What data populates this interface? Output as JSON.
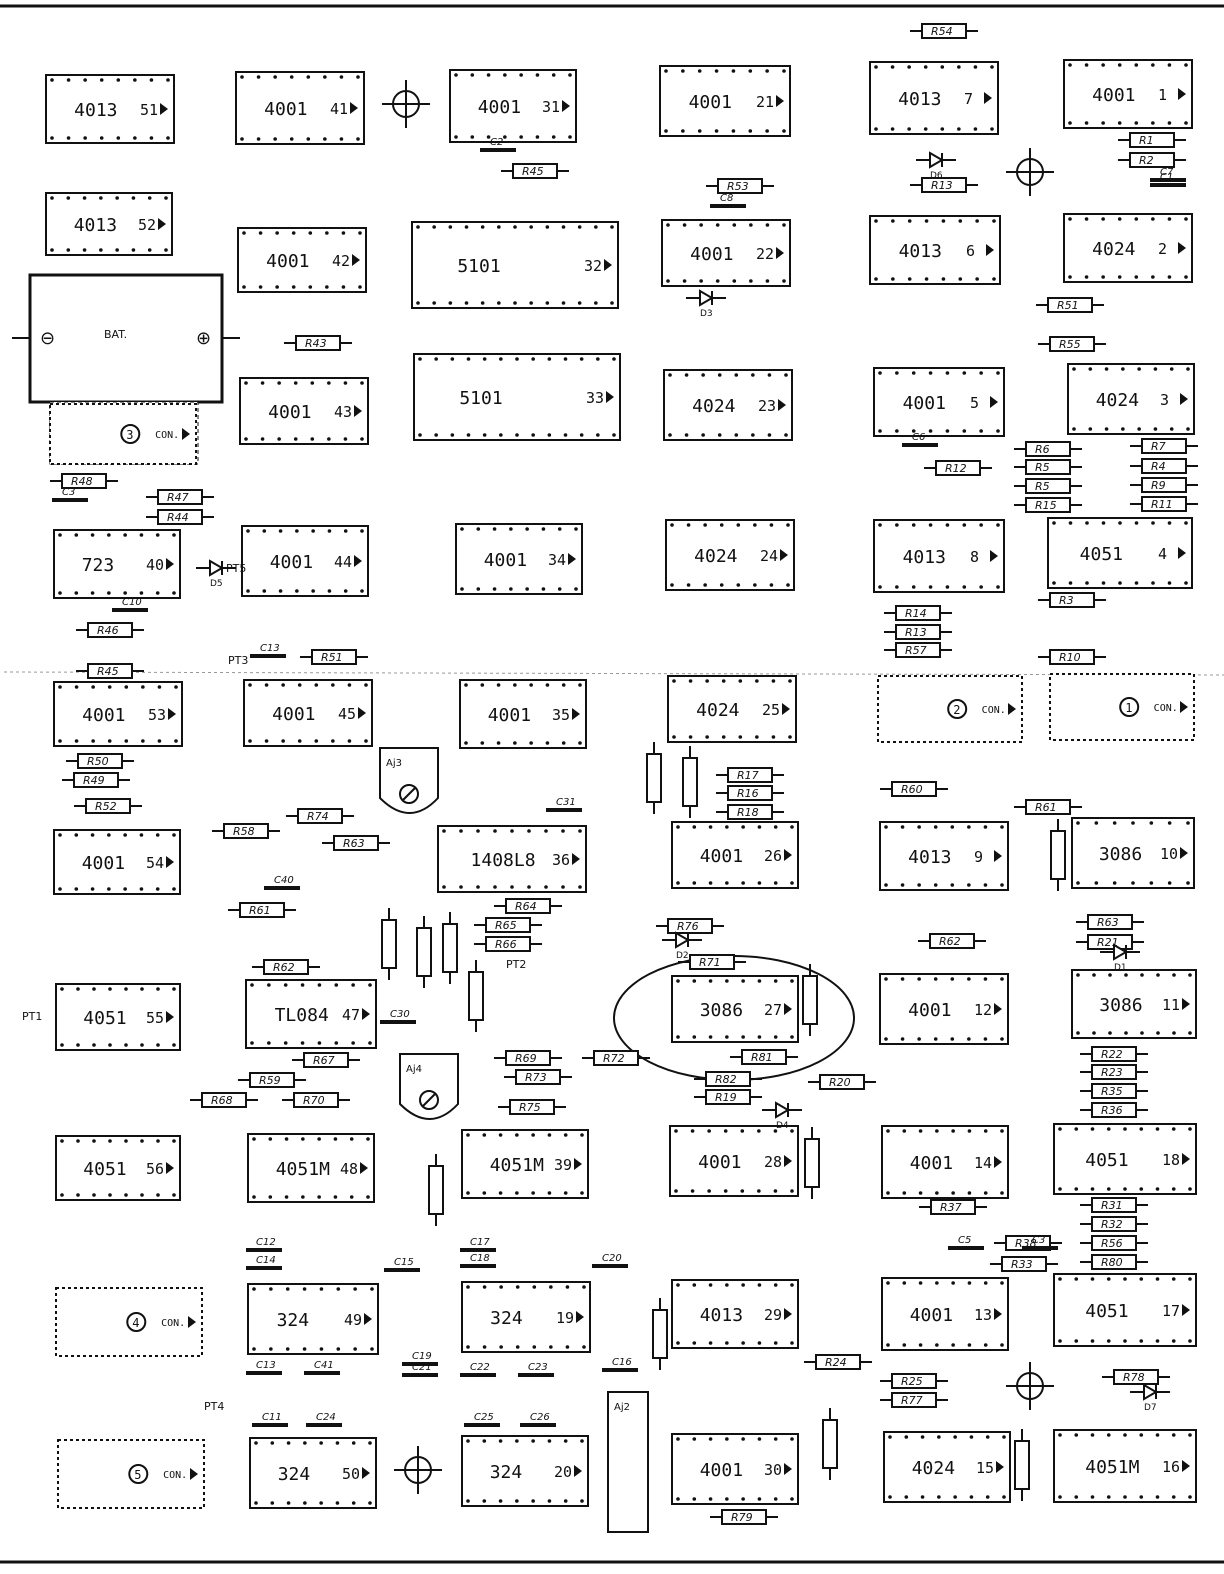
{
  "board": {
    "components": [
      {
        "part": "4013",
        "ref": "51"
      },
      {
        "part": "4001",
        "ref": "41"
      },
      {
        "part": "4001",
        "ref": "31"
      },
      {
        "part": "4001",
        "ref": "21"
      },
      {
        "part": "4013",
        "ref": "7"
      },
      {
        "part": "4001",
        "ref": "1"
      },
      {
        "part": "4013",
        "ref": "52"
      },
      {
        "part": "4001",
        "ref": "42"
      },
      {
        "part": "5101",
        "ref": "32"
      },
      {
        "part": "4001",
        "ref": "22"
      },
      {
        "part": "4013",
        "ref": "6"
      },
      {
        "part": "4024",
        "ref": "2"
      },
      {
        "part": "4001",
        "ref": "43"
      },
      {
        "part": "5101",
        "ref": "33"
      },
      {
        "part": "4024",
        "ref": "23"
      },
      {
        "part": "4001",
        "ref": "5"
      },
      {
        "part": "4024",
        "ref": "3"
      },
      {
        "part": "723",
        "ref": "40"
      },
      {
        "part": "4001",
        "ref": "44"
      },
      {
        "part": "4001",
        "ref": "34"
      },
      {
        "part": "4024",
        "ref": "24"
      },
      {
        "part": "4013",
        "ref": "8"
      },
      {
        "part": "4051",
        "ref": "4"
      },
      {
        "part": "4001",
        "ref": "53"
      },
      {
        "part": "4001",
        "ref": "45"
      },
      {
        "part": "4001",
        "ref": "35"
      },
      {
        "part": "4024",
        "ref": "25"
      },
      {
        "part": "4001",
        "ref": "54"
      },
      {
        "part": "1408L8",
        "ref": "36"
      },
      {
        "part": "4001",
        "ref": "26"
      },
      {
        "part": "4013",
        "ref": "9"
      },
      {
        "part": "3086",
        "ref": "10"
      },
      {
        "part": "4051",
        "ref": "55"
      },
      {
        "part": "TL084",
        "ref": "47"
      },
      {
        "part": "3086",
        "ref": "27"
      },
      {
        "part": "4001",
        "ref": "12"
      },
      {
        "part": "3086",
        "ref": "11"
      },
      {
        "part": "4051",
        "ref": "56"
      },
      {
        "part": "4051M",
        "ref": "48"
      },
      {
        "part": "4051M",
        "ref": "39"
      },
      {
        "part": "4001",
        "ref": "28"
      },
      {
        "part": "4001",
        "ref": "14"
      },
      {
        "part": "4051",
        "ref": "18"
      },
      {
        "part": "324",
        "ref": "49"
      },
      {
        "part": "324",
        "ref": "19"
      },
      {
        "part": "4013",
        "ref": "29"
      },
      {
        "part": "4001",
        "ref": "13"
      },
      {
        "part": "4051",
        "ref": "17"
      },
      {
        "part": "324",
        "ref": "50"
      },
      {
        "part": "324",
        "ref": "20"
      },
      {
        "part": "4001",
        "ref": "30"
      },
      {
        "part": "4024",
        "ref": "15"
      },
      {
        "part": "4051M",
        "ref": "16"
      }
    ],
    "connectors": [
      {
        "label": "CON.",
        "num": "3"
      },
      {
        "label": "CON.",
        "num": "2"
      },
      {
        "label": "CON.",
        "num": "1"
      },
      {
        "label": "CON.",
        "num": "4"
      },
      {
        "label": "CON.",
        "num": "5"
      }
    ],
    "battery": {
      "label": "BAT.",
      "minus": "⊖",
      "plus": "⊕"
    },
    "resistors": [
      "R54",
      "R45",
      "R53",
      "R13",
      "R1",
      "R2",
      "R51",
      "R55",
      "R43",
      "R12",
      "R6",
      "R5",
      "R5",
      "R15",
      "R7",
      "R4",
      "R9",
      "R11",
      "R3",
      "R14",
      "R13",
      "R57",
      "R10",
      "R48",
      "R47",
      "R44",
      "R46",
      "R45",
      "R51",
      "R50",
      "R49",
      "R52",
      "R58",
      "R74",
      "R63",
      "R61",
      "R62",
      "R64",
      "R65",
      "R66",
      "R59",
      "R70",
      "R68",
      "R67",
      "R69",
      "R73",
      "R75",
      "R72",
      "R76",
      "R71",
      "R17",
      "R16",
      "R18",
      "R60",
      "R61",
      "R62",
      "R63",
      "R21",
      "R22",
      "R23",
      "R35",
      "R36",
      "R37",
      "R38",
      "R33",
      "R31",
      "R32",
      "R56",
      "R80",
      "R81",
      "R82",
      "R19",
      "R20",
      "R24",
      "R25",
      "R77",
      "R78",
      "R79"
    ],
    "capacitors": [
      "C2",
      "C8",
      "C7",
      "C6",
      "C3",
      "C10",
      "C13",
      "C40",
      "C31",
      "C30",
      "C12",
      "C14",
      "C13",
      "C15",
      "C17",
      "C18",
      "C41",
      "C19",
      "C20",
      "C21",
      "C22",
      "C23",
      "C16",
      "C11",
      "C24",
      "C25",
      "C26",
      "C5",
      "C3",
      "C1"
    ],
    "test_points": [
      "PT1",
      "PT2",
      "PT3",
      "PT4",
      "PT5"
    ],
    "adjusters": [
      "Aj3",
      "Aj4",
      "Aj2"
    ],
    "diodes": [
      "D5",
      "D6",
      "D3",
      "D2",
      "D4",
      "D1",
      "D7"
    ]
  }
}
